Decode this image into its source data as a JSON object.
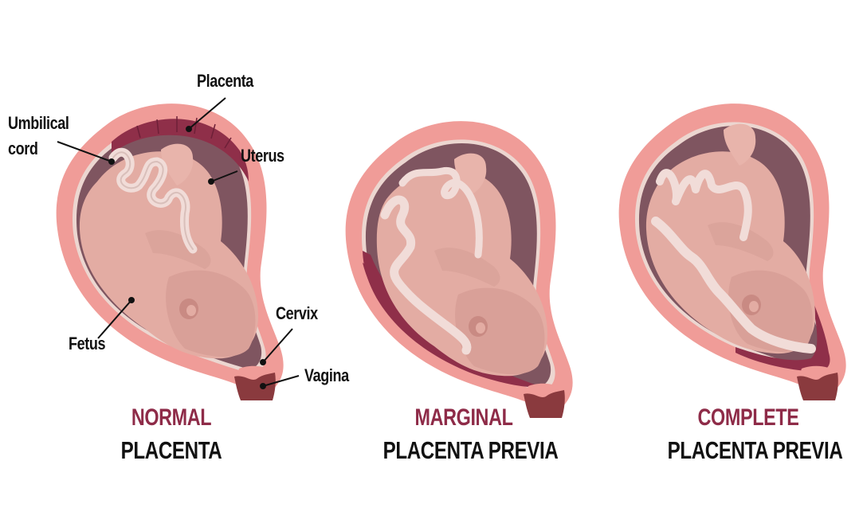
{
  "colors": {
    "uterus_wall": "#f09c98",
    "uterus_light": "#f5b6b0",
    "cavity": "#7f5560",
    "membrane": "#ecd6d0",
    "fetus": "#e3aca3",
    "fetus_shadow": "#cf938b",
    "cord": "#f1dcd8",
    "placenta": "#8f2f49",
    "vagina": "#8a3a3e",
    "caption_accent": "#8e2b48",
    "caption_text": "#111111"
  },
  "labels": {
    "placenta": "Placenta",
    "umbilical_cord_line1": "Umbilical",
    "umbilical_cord_line2": "cord",
    "uterus": "Uterus",
    "fetus": "Fetus",
    "cervix": "Cervix",
    "vagina": "Vagina"
  },
  "panels": [
    {
      "title": "NORMAL",
      "subtitle": "PLACENTA"
    },
    {
      "title": "MARGINAL",
      "subtitle": "PLACENTA PREVIA"
    },
    {
      "title": "COMPLETE",
      "subtitle": "PLACENTA PREVIA"
    }
  ]
}
